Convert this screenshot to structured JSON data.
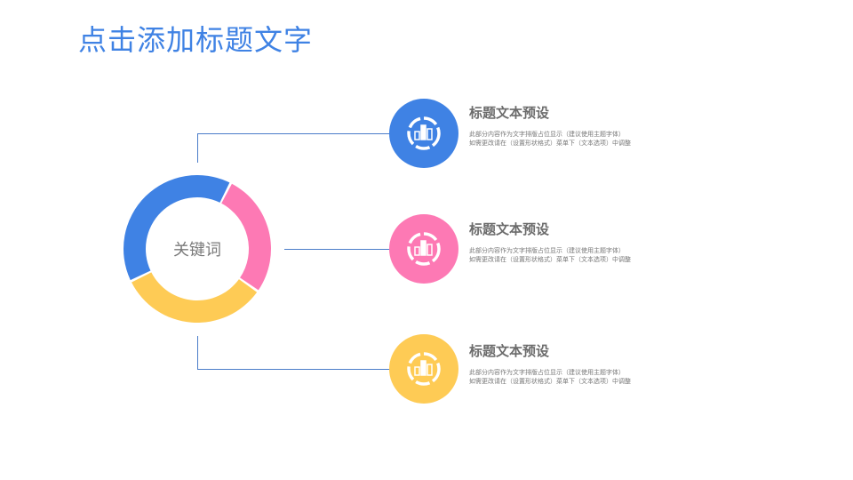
{
  "title": "点击添加标题文字",
  "keyword": "关键词",
  "colors": {
    "blue": "#3f82e4",
    "pink": "#fd79b4",
    "yellow": "#fecb55",
    "line": "#4a7cc9"
  },
  "items": [
    {
      "title": "标题文本预设",
      "line1": "此部分内容作为文字排版占位显示（建议使用主题字体）",
      "line2": "如需更改请在（设置形状格式）菜单下（文本选项）中调整",
      "color": "#3f82e4",
      "icon": "bar-chart-icon"
    },
    {
      "title": "标题文本预设",
      "line1": "此部分内容作为文字排版占位显示（建议使用主题字体）",
      "line2": "如需更改请在（设置形状格式）菜单下（文本选项）中调整",
      "color": "#fd79b4",
      "icon": "bar-chart-icon"
    },
    {
      "title": "标题文本预设",
      "line1": "此部分内容作为文字排版占位显示（建议使用主题字体）",
      "line2": "如需更改请在（设置形状格式）菜单下（文本选项）中调整",
      "color": "#fecb55",
      "icon": "bar-chart-icon"
    }
  ]
}
